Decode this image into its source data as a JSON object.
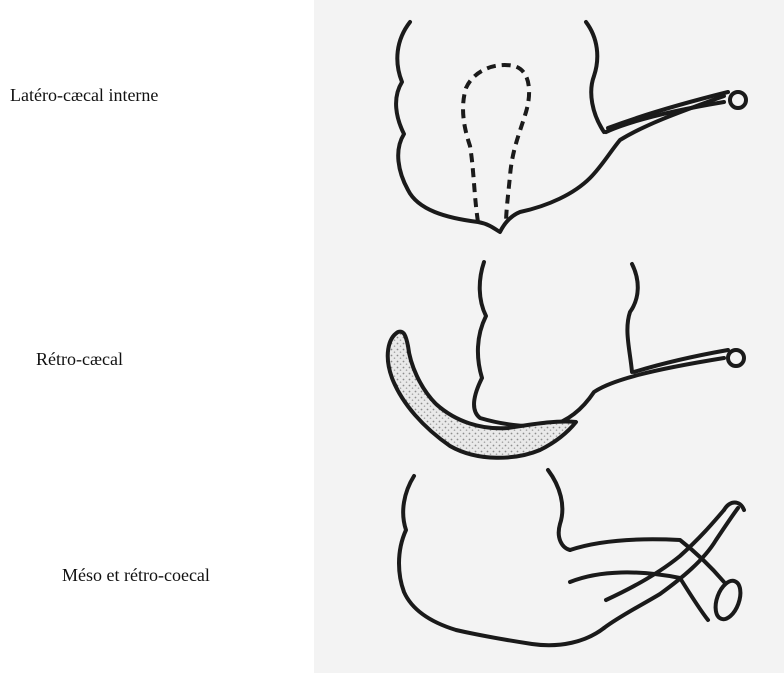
{
  "labels": {
    "lateral": "Latéro-cæcal interne",
    "retro": "Rétro-cæcal",
    "meso": "Méso et rétro-coecal"
  },
  "colors": {
    "ink": "#1a1a1a",
    "scan_background": "#f3f3f3",
    "stipple": "#bdbdbd"
  }
}
